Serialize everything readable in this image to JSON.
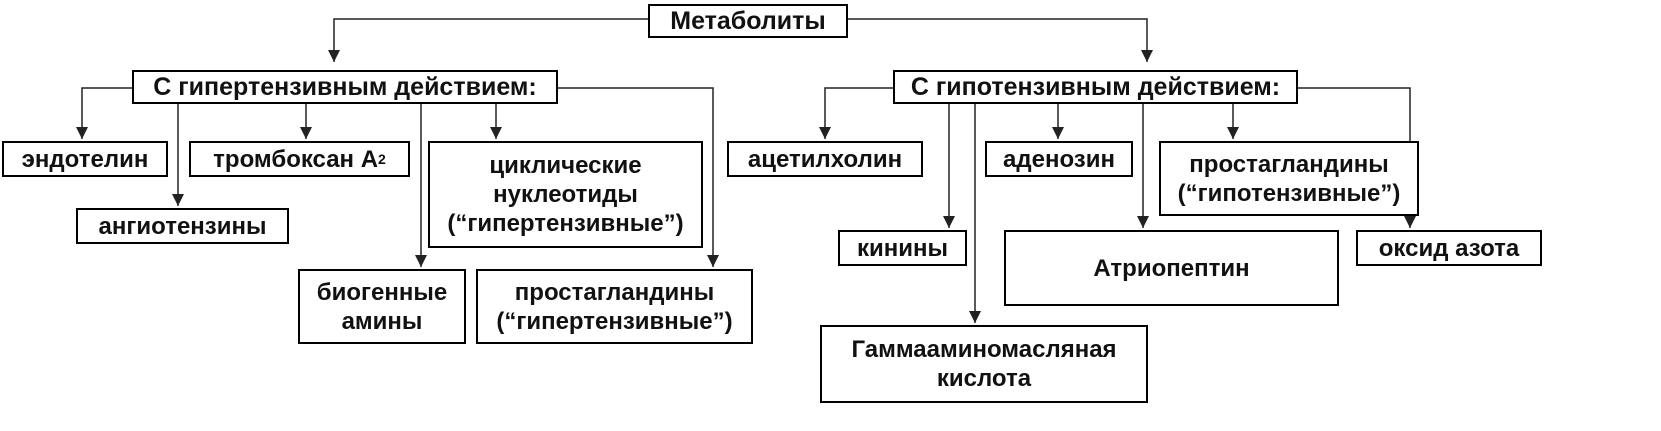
{
  "root": {
    "label": "Метаболиты"
  },
  "hypertensive": {
    "label": "С гипертензивным действием:",
    "items": {
      "endothelin": "эндотелин",
      "angiotensins": "ангиотензины",
      "thromboxane": "тромбоксан A",
      "thromboxane_sub": "2",
      "biogenic_amines": "биогенные\nамины",
      "cyclic_nucleotides": "циклические\nнуклеотиды\n(“гипертензивные”)",
      "prostaglandins": "простагландины\n(“гипертензивные”)"
    }
  },
  "hypotensive": {
    "label": "С гипотензивным действием:",
    "items": {
      "acetylcholine": "ацетилхолин",
      "kinins": "кинины",
      "gaba": "Гаммааминомасляная\nкислота",
      "adenosine": "аденозин",
      "atriopeptin": "Атриопептин",
      "prostaglandins": "простагландины\n(“гипотензивные”)",
      "nitric_oxide": "оксид азота"
    }
  }
}
